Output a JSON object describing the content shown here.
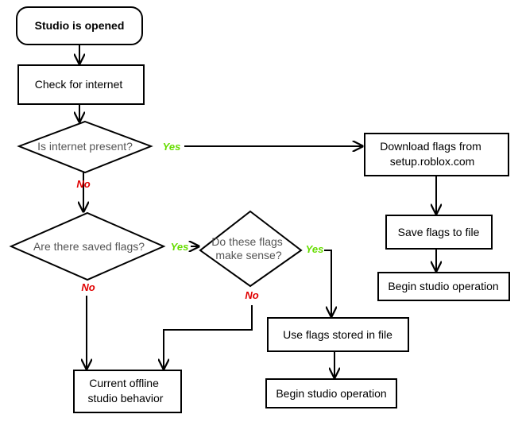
{
  "nodes": {
    "start": "Studio is opened",
    "check_internet": "Check for internet",
    "is_internet_present": "Is internet present?",
    "download_flags": [
      "Download flags from",
      "setup.roblox.com"
    ],
    "save_flags": "Save flags to file",
    "begin_operation_top": "Begin studio operation",
    "saved_flags": "Are there saved flags?",
    "flags_make_sense": [
      "Do these flags",
      "make sense?"
    ],
    "use_stored_flags": "Use flags stored in file",
    "begin_operation_bottom": "Begin studio operation",
    "offline_behavior": [
      "Current offline",
      "studio behavior"
    ]
  },
  "edge_labels": {
    "internet_yes": "Yes",
    "internet_no": "No",
    "saved_yes": "Yes",
    "saved_no": "No",
    "sense_yes": "Yes",
    "sense_no": "No"
  },
  "colors": {
    "yes": "#66dd00",
    "no": "#e00000",
    "decision_text": "#555555",
    "stroke": "#000000"
  }
}
